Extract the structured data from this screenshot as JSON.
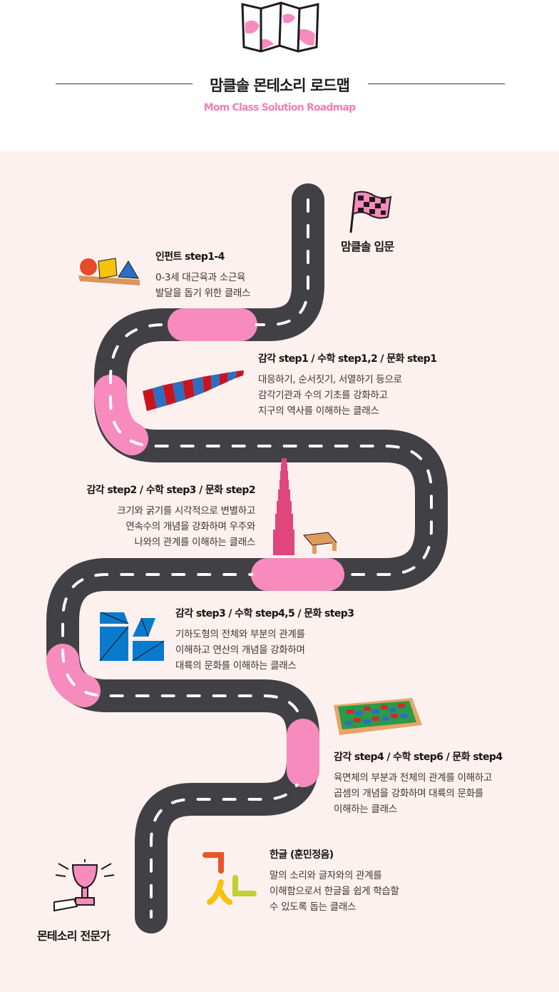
{
  "header": {
    "title": "맘클솔 몬테소리 로드맵",
    "subtitle": "Mom Class Solution Roadmap"
  },
  "start_label": "맘클솔 입문",
  "end_label": "몬테소리 전문가",
  "colors": {
    "road": "#414045",
    "accent_pink": "#f78bbd",
    "background": "#fdf1ef"
  },
  "steps": [
    {
      "title": "인펀트 step1-4",
      "lines": [
        "0-3세 대근육과 소근육",
        "발달을 돕기 위한 클래스"
      ],
      "icon": "geometric-solids-icon"
    },
    {
      "title": "감각 step1 / 수학 step1,2 / 문화 step1",
      "lines": [
        "대응하기, 순서짓기, 서열하기 등으로",
        "감각기관과 수의 기초를 강화하고",
        "지구의 역사를 이해하는 클래스"
      ],
      "icon": "number-rods-icon"
    },
    {
      "title": "감각 step2 / 수학 step3 / 문화 step2",
      "lines": [
        "크기와 굵기를 시각적으로 변별하고",
        "연속수의 개념을 강화하며 우주와",
        "나와의 관계를 이해하는 클래스"
      ],
      "icon": "pink-tower-icon"
    },
    {
      "title": "감각 step3 / 수학 step4,5 / 문화 step3",
      "lines": [
        "기하도형의 전체와 부분의 관계를",
        "이해하고 연산의 개념을 강화하며",
        "대륙의 문화를 이해하는 클래스"
      ],
      "icon": "constructive-triangles-icon"
    },
    {
      "title": "감각 step4 / 수학 step6 / 문화 step4",
      "lines": [
        "육면체의 부분과 전체의 관계를 이해하고",
        "곱셈의 개념을 강화하며 대륙의 문화를",
        "이해하는 클래스"
      ],
      "icon": "checkerboard-icon"
    },
    {
      "title": "한글 (훈민정음)",
      "lines": [
        "말의 소리와 글자와의 관계를",
        "이해함으로서 한글을 쉽게 학습할",
        "수 있도록 돕는 클래스"
      ],
      "icon": "hangul-letters-icon"
    }
  ]
}
